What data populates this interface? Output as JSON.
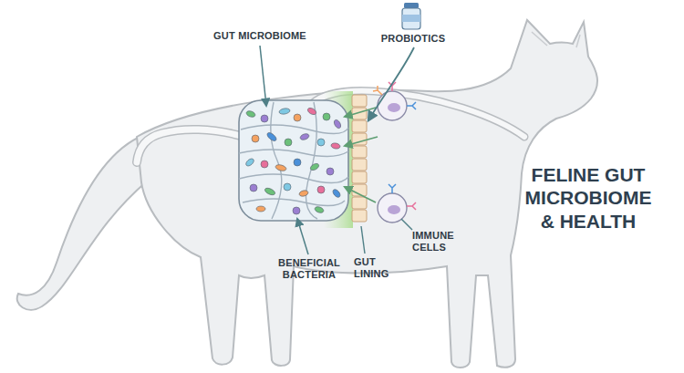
{
  "diagram": {
    "title": "FELINE GUT MICROBIOME & HEALTH",
    "labels": [
      "GUT MICROBIOME",
      "PROBIOTICS",
      "IMMUNE CELLS",
      "GUT LINING",
      "BENEFICIAL BACTERIA"
    ]
  }
}
